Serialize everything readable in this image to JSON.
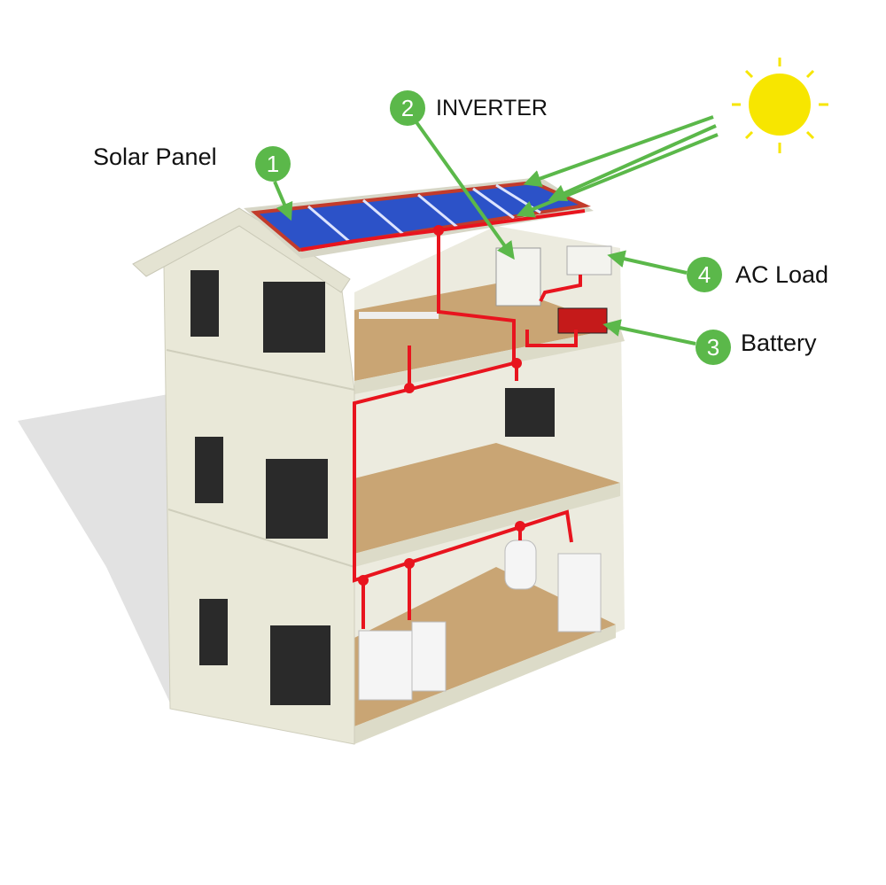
{
  "labels": {
    "solar_panel": {
      "number": "1",
      "text": "Solar Panel"
    },
    "inverter": {
      "number": "2",
      "text": "INVERTER"
    },
    "battery": {
      "number": "3",
      "text": "Battery"
    },
    "ac_load": {
      "number": "4",
      "text": "AC Load"
    }
  },
  "colors": {
    "badge": "#5bb84a",
    "wire": "#e8141e",
    "sun": "#f7e600",
    "panel": "#2c52c8",
    "wall": "#e9e8d8",
    "floor": "#c9a574"
  }
}
